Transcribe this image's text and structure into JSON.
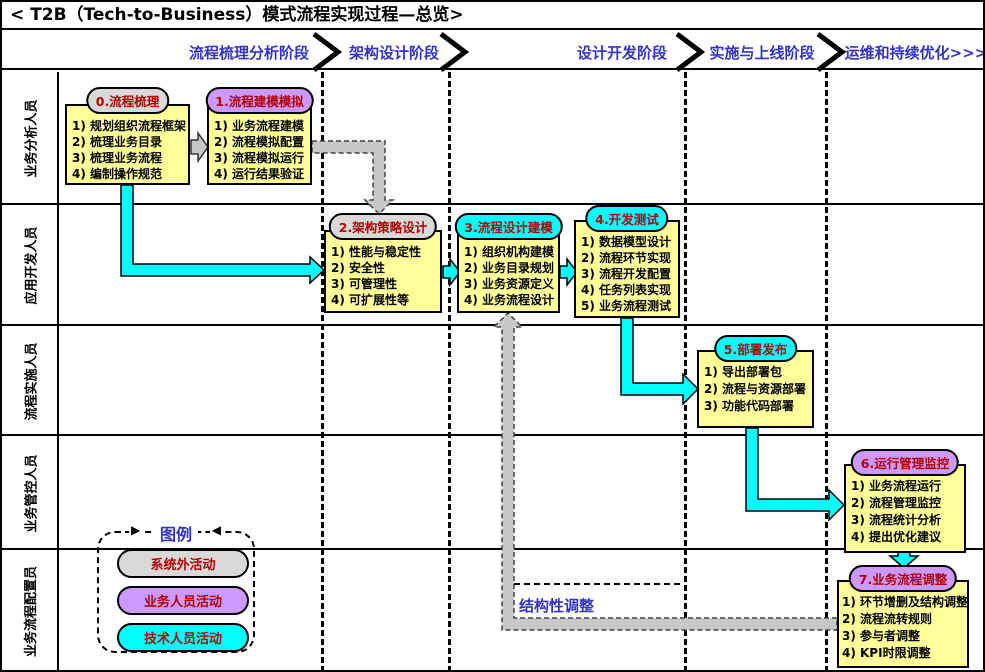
{
  "title": "< T2B（Tech-to-Business）模式流程实现过程—总览>",
  "phases": [
    {
      "label": "流程梳理分析阶段"
    },
    {
      "label": "架构设计阶段"
    },
    {
      "label": "设计开发阶段"
    },
    {
      "label": "实施与上线阶段"
    },
    {
      "label": "运维和持续优化>>>"
    }
  ],
  "lanes": [
    {
      "label": "业务分析人员"
    },
    {
      "label": "应用开发人员"
    },
    {
      "label": "流程实施人员"
    },
    {
      "label": "业务管控人员"
    },
    {
      "label": "业务流程配置员"
    }
  ],
  "activities": [
    {
      "title": "0.流程梳理",
      "type": "external",
      "items": [
        "1) 规划组织流程框架",
        "2) 梳理业务目录",
        "3) 梳理业务流程",
        "4) 编制操作规范"
      ]
    },
    {
      "title": "1.流程建模模拟",
      "type": "business",
      "items": [
        "1) 业务流程建模",
        "2) 流程模拟配置",
        "3) 流程模拟运行",
        "4) 运行结果验证"
      ]
    },
    {
      "title": "2.架构策略设计",
      "type": "external",
      "items": [
        "1) 性能与稳定性",
        "2) 安全性",
        "3) 可管理性",
        "4) 可扩展性等"
      ]
    },
    {
      "title": "3.流程设计建模",
      "type": "technical",
      "items": [
        "1) 组织机构建模",
        "2) 业务目录规划",
        "3) 业务资源定义",
        "4) 业务流程设计"
      ]
    },
    {
      "title": "4.开发测试",
      "type": "technical",
      "items": [
        "1) 数据模型设计",
        "2) 流程环节实现",
        "3) 流程开发配置",
        "4) 任务列表实现",
        "5) 业务流程测试"
      ]
    },
    {
      "title": "5.部署发布",
      "type": "technical",
      "items": [
        "1) 导出部署包",
        "2) 流程与资源部署",
        "3) 功能代码部署"
      ]
    },
    {
      "title": "6.运行管理监控",
      "type": "business",
      "items": [
        "1) 业务流程运行",
        "2) 流程管理监控",
        "3) 流程统计分析",
        "4) 提出优化建议"
      ]
    },
    {
      "title": "7.业务流程调整",
      "type": "business",
      "items": [
        "1) 环节增删及结构调整",
        "2) 流程流转规则",
        "3) 参与者调整",
        "4) KPI时限调整"
      ]
    }
  ],
  "legend": {
    "title": "图例",
    "entries": [
      {
        "label": "系统外活动",
        "type": "external"
      },
      {
        "label": "业务人员活动",
        "type": "business"
      },
      {
        "label": "技术人员活动",
        "type": "technical"
      }
    ]
  },
  "annotations": {
    "feedback_label": "结构性调整"
  },
  "colors": {
    "external": "#d9d9d9",
    "business": "#cc99ff",
    "technical": "#00ffff",
    "activity_body": "#ffff99",
    "header_text": "#b30000",
    "phase_text": "#3333cc",
    "arrow_cyan": "#00ffff",
    "arrow_gray": "#c8c8c8"
  }
}
